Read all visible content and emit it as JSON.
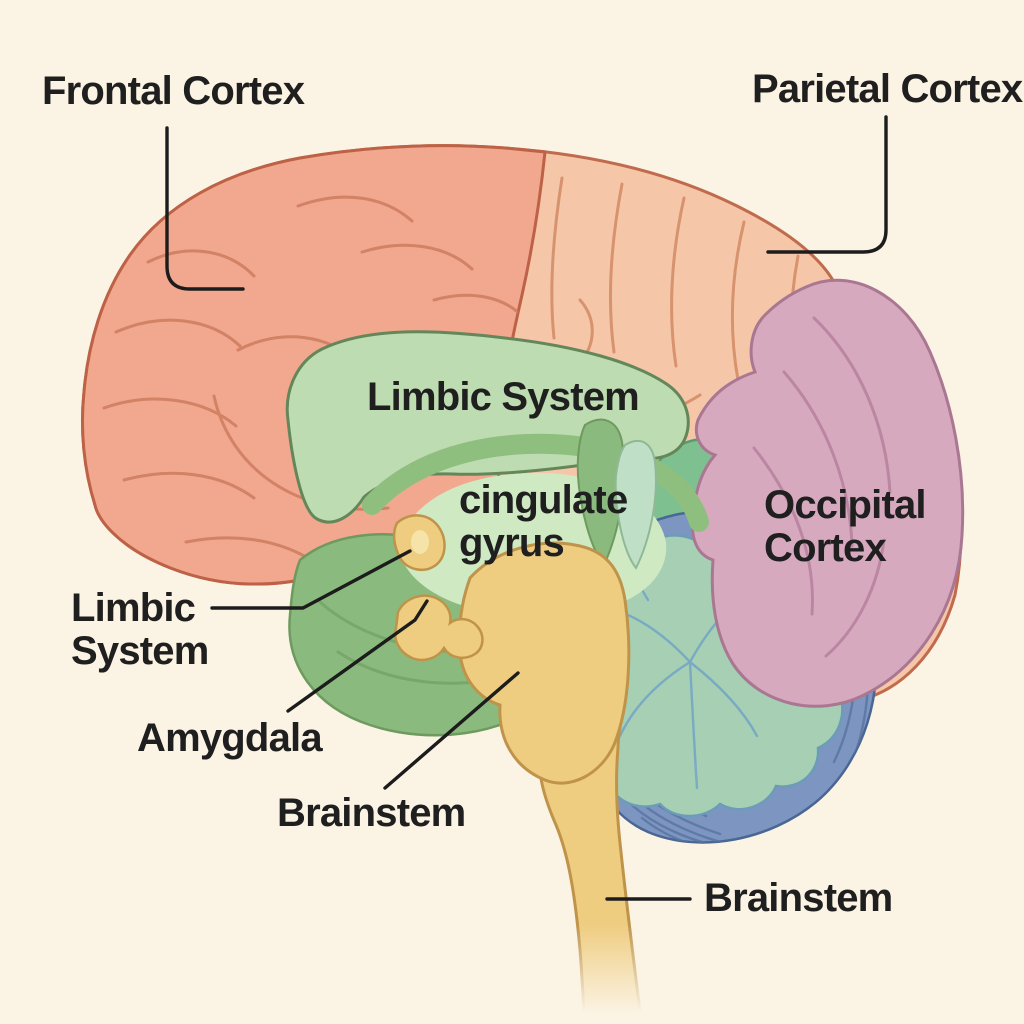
{
  "figure": {
    "kind": "brain-anatomy-diagram"
  },
  "colors": {
    "background": "#fbf3e3",
    "ink": "#1f1f1f",
    "leader_line": "#1c1c1c"
  },
  "labels": {
    "frontal_cortex": "Frontal Cortex",
    "parietal_cortex": "Parietal Cortex",
    "limbic_system_center": "Limbic System",
    "cingulate_line1": "cingulate",
    "cingulate_line2": "gyrus",
    "occipital_line1": "Occipital",
    "occipital_line2": "Cortex",
    "limbic_left_line1": "Limbic",
    "limbic_left_line2": "System",
    "amygdala": "Amygdala",
    "brainstem_left": "Brainstem",
    "brainstem_right": "Brainstem"
  },
  "regions": {
    "frontal_cortex": {
      "label": "Frontal Cortex",
      "fill": "#f2a78f",
      "outline": "#bd6246",
      "fold": "#cd7c5e"
    },
    "parietal_cortex": {
      "label": "Parietal Cortex",
      "fill": "#f6c6a9",
      "outline": "#c06b4d",
      "fold": "#d28a64"
    },
    "occipital_cortex": {
      "label": "Occipital Cortex",
      "fill": "#d7a9bf",
      "outline": "#aa7793",
      "fold": "#b5809d"
    },
    "limbic_system": {
      "label": "Limbic System",
      "fill": "#bedcb1",
      "outline": "#64875a",
      "band": "#8fbf7f",
      "inner": "#cfe9c3",
      "deep": "#8bba7e",
      "deep_outline": "#6e9a5f",
      "deep_shade": "#77a468",
      "leaf_pale": "#bfe0c6",
      "leaf_pale_outline": "#8fb996"
    },
    "green_patch": {
      "fill": "#7fc091",
      "outline": "#5d9a71"
    },
    "cerebellum": {
      "outer_fill": "#7d96c1",
      "outer_outline": "#4a6694",
      "stria": "#58749f",
      "inner_fill": "#a6cfb3",
      "inner_outline": "#6b9cb8",
      "vein": "#74a7c6"
    },
    "brainstem": {
      "label": "Brainstem",
      "fill": "#eecc80",
      "outline": "#bf944a",
      "highlight": "#f6e3a8"
    }
  }
}
